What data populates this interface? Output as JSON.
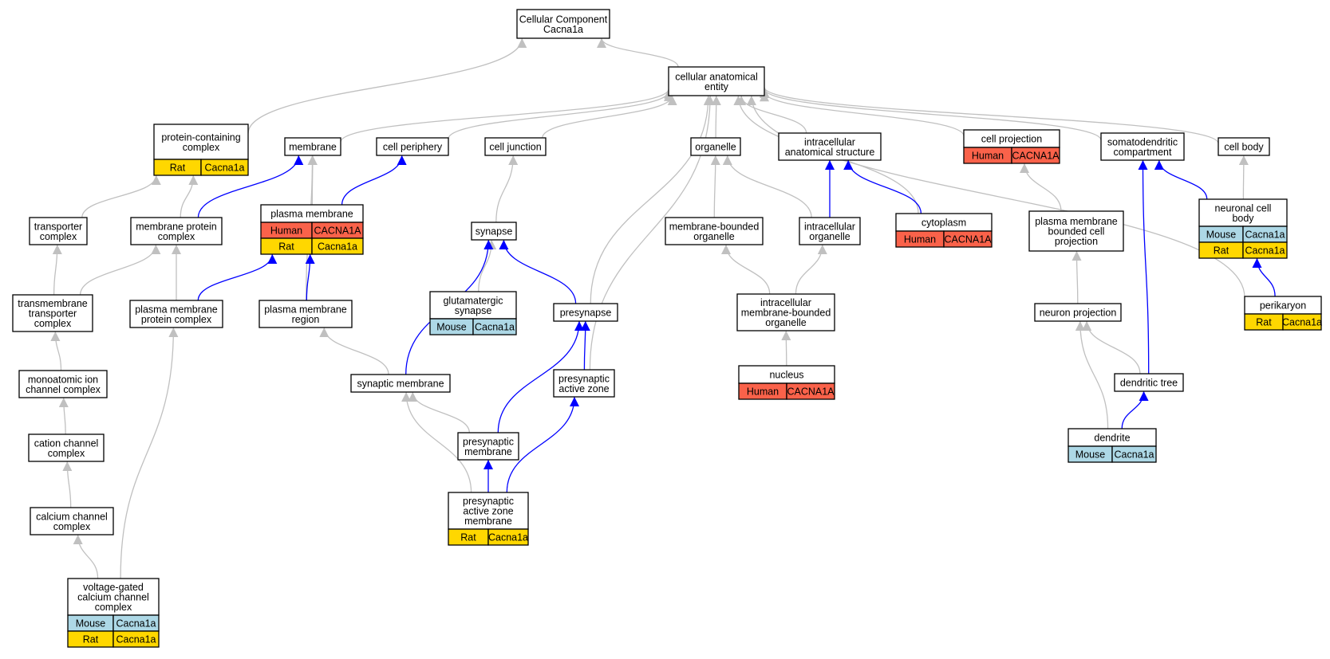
{
  "colors": {
    "gray_edge": "#c0c0c0",
    "blue_edge": "#0000ff",
    "Human": "#fa624a",
    "Mouse": "#add8e6",
    "Rat": "#ffd700"
  },
  "nodes": [
    {
      "id": "cc",
      "label": [
        "Cellular Component",
        "Cacna1a"
      ]
    },
    {
      "id": "cae",
      "label": [
        "cellular anatomical",
        "entity"
      ]
    },
    {
      "id": "pcc",
      "label": [
        "protein-containing",
        "complex"
      ],
      "annotations": [
        [
          "Rat",
          "Cacna1a"
        ]
      ]
    },
    {
      "id": "mem",
      "label": [
        "membrane"
      ]
    },
    {
      "id": "cper",
      "label": [
        "cell periphery"
      ]
    },
    {
      "id": "cj",
      "label": [
        "cell junction"
      ]
    },
    {
      "id": "org",
      "label": [
        "organelle"
      ]
    },
    {
      "id": "ias",
      "label": [
        "intracellular",
        "anatomical structure"
      ]
    },
    {
      "id": "cproj",
      "label": [
        "cell projection"
      ],
      "annotations": [
        [
          "Human",
          "CACNA1A"
        ]
      ]
    },
    {
      "id": "sdc",
      "label": [
        "somatodendritic",
        "compartment"
      ]
    },
    {
      "id": "cbody",
      "label": [
        "cell body"
      ]
    },
    {
      "id": "tc",
      "label": [
        "transporter",
        "complex"
      ]
    },
    {
      "id": "mpc",
      "label": [
        "membrane protein",
        "complex"
      ]
    },
    {
      "id": "pm",
      "label": [
        "plasma membrane"
      ],
      "annotations": [
        [
          "Human",
          "CACNA1A"
        ],
        [
          "Rat",
          "Cacna1a"
        ]
      ]
    },
    {
      "id": "syn",
      "label": [
        "synapse"
      ]
    },
    {
      "id": "mbo",
      "label": [
        "membrane-bounded",
        "organelle"
      ]
    },
    {
      "id": "io",
      "label": [
        "intracellular",
        "organelle"
      ]
    },
    {
      "id": "cyto",
      "label": [
        "cytoplasm"
      ],
      "annotations": [
        [
          "Human",
          "CACNA1A"
        ]
      ]
    },
    {
      "id": "pmbcp",
      "label": [
        "plasma membrane",
        "bounded cell",
        "projection"
      ]
    },
    {
      "id": "ncb",
      "label": [
        "neuronal cell",
        "body"
      ],
      "annotations": [
        [
          "Mouse",
          "Cacna1a"
        ],
        [
          "Rat",
          "Cacna1a"
        ]
      ]
    },
    {
      "id": "ttc",
      "label": [
        "transmembrane",
        "transporter",
        "complex"
      ]
    },
    {
      "id": "pmpc",
      "label": [
        "plasma membrane",
        "protein complex"
      ]
    },
    {
      "id": "pmr",
      "label": [
        "plasma membrane",
        "region"
      ]
    },
    {
      "id": "gsyn",
      "label": [
        "glutamatergic",
        "synapse"
      ],
      "annotations": [
        [
          "Mouse",
          "Cacna1a"
        ]
      ]
    },
    {
      "id": "presyn",
      "label": [
        "presynapse"
      ]
    },
    {
      "id": "imbo",
      "label": [
        "intracellular",
        "membrane-bounded",
        "organelle"
      ]
    },
    {
      "id": "nproj",
      "label": [
        "neuron projection"
      ]
    },
    {
      "id": "peri",
      "label": [
        "perikaryon"
      ],
      "annotations": [
        [
          "Rat",
          "Cacna1a"
        ]
      ]
    },
    {
      "id": "micc",
      "label": [
        "monoatomic ion",
        "channel complex"
      ]
    },
    {
      "id": "synm",
      "label": [
        "synaptic membrane"
      ]
    },
    {
      "id": "paz",
      "label": [
        "presynaptic",
        "active zone"
      ]
    },
    {
      "id": "nuc",
      "label": [
        "nucleus"
      ],
      "annotations": [
        [
          "Human",
          "CACNA1A"
        ]
      ]
    },
    {
      "id": "dtree",
      "label": [
        "dendritic tree"
      ]
    },
    {
      "id": "ccc",
      "label": [
        "cation channel",
        "complex"
      ]
    },
    {
      "id": "presm",
      "label": [
        "presynaptic",
        "membrane"
      ]
    },
    {
      "id": "dend",
      "label": [
        "dendrite"
      ],
      "annotations": [
        [
          "Mouse",
          "Cacna1a"
        ]
      ]
    },
    {
      "id": "cacc",
      "label": [
        "calcium channel",
        "complex"
      ]
    },
    {
      "id": "pazm",
      "label": [
        "presynaptic",
        "active zone",
        "membrane"
      ],
      "annotations": [
        [
          "Rat",
          "Cacna1a"
        ]
      ]
    },
    {
      "id": "vgcc",
      "label": [
        "voltage-gated",
        "calcium channel",
        "complex"
      ],
      "annotations": [
        [
          "Mouse",
          "Cacna1a"
        ],
        [
          "Rat",
          "Cacna1a"
        ]
      ]
    }
  ],
  "edges": [
    {
      "from": "cae",
      "to": "cc",
      "color": "gray"
    },
    {
      "from": "pcc",
      "to": "cc",
      "color": "gray"
    },
    {
      "from": "mem",
      "to": "cae",
      "color": "gray"
    },
    {
      "from": "cper",
      "to": "cae",
      "color": "gray"
    },
    {
      "from": "cj",
      "to": "cae",
      "color": "gray"
    },
    {
      "from": "org",
      "to": "cae",
      "color": "gray"
    },
    {
      "from": "ias",
      "to": "cae",
      "color": "gray"
    },
    {
      "from": "cproj",
      "to": "cae",
      "color": "gray"
    },
    {
      "from": "sdc",
      "to": "cae",
      "color": "gray"
    },
    {
      "from": "cbody",
      "to": "cae",
      "color": "gray"
    },
    {
      "from": "cyto",
      "to": "cae",
      "color": "gray"
    },
    {
      "from": "presyn",
      "to": "cae",
      "color": "gray"
    },
    {
      "from": "paz",
      "to": "cae",
      "color": "gray"
    },
    {
      "from": "peri",
      "to": "cae",
      "color": "gray"
    },
    {
      "from": "tc",
      "to": "pcc",
      "color": "gray"
    },
    {
      "from": "mpc",
      "to": "pcc",
      "color": "gray"
    },
    {
      "from": "mpc",
      "to": "mem",
      "color": "blue"
    },
    {
      "from": "pm",
      "to": "mem",
      "color": "gray"
    },
    {
      "from": "pm",
      "to": "cper",
      "color": "blue"
    },
    {
      "from": "pmr",
      "to": "mem",
      "color": "gray"
    },
    {
      "from": "syn",
      "to": "cj",
      "color": "gray"
    },
    {
      "from": "mbo",
      "to": "org",
      "color": "gray"
    },
    {
      "from": "io",
      "to": "org",
      "color": "gray"
    },
    {
      "from": "io",
      "to": "ias",
      "color": "blue"
    },
    {
      "from": "cyto",
      "to": "ias",
      "color": "blue"
    },
    {
      "from": "pmbcp",
      "to": "cproj",
      "color": "gray"
    },
    {
      "from": "ncb",
      "to": "sdc",
      "color": "blue"
    },
    {
      "from": "ncb",
      "to": "cbody",
      "color": "gray"
    },
    {
      "from": "dtree",
      "to": "sdc",
      "color": "blue"
    },
    {
      "from": "ttc",
      "to": "tc",
      "color": "gray"
    },
    {
      "from": "ttc",
      "to": "mpc",
      "color": "gray"
    },
    {
      "from": "pmpc",
      "to": "mpc",
      "color": "gray"
    },
    {
      "from": "pmpc",
      "to": "pm",
      "color": "blue"
    },
    {
      "from": "pmr",
      "to": "pm",
      "color": "blue"
    },
    {
      "from": "gsyn",
      "to": "syn",
      "color": "gray"
    },
    {
      "from": "presyn",
      "to": "syn",
      "color": "blue"
    },
    {
      "from": "synm",
      "to": "syn",
      "color": "blue"
    },
    {
      "from": "imbo",
      "to": "mbo",
      "color": "gray"
    },
    {
      "from": "imbo",
      "to": "io",
      "color": "gray"
    },
    {
      "from": "nproj",
      "to": "pmbcp",
      "color": "gray"
    },
    {
      "from": "peri",
      "to": "ncb",
      "color": "blue"
    },
    {
      "from": "micc",
      "to": "ttc",
      "color": "gray"
    },
    {
      "from": "synm",
      "to": "pmr",
      "color": "gray"
    },
    {
      "from": "paz",
      "to": "presyn",
      "color": "blue"
    },
    {
      "from": "presm",
      "to": "presyn",
      "color": "blue"
    },
    {
      "from": "nuc",
      "to": "imbo",
      "color": "gray"
    },
    {
      "from": "dtree",
      "to": "nproj",
      "color": "gray"
    },
    {
      "from": "dend",
      "to": "nproj",
      "color": "gray"
    },
    {
      "from": "dend",
      "to": "dtree",
      "color": "blue"
    },
    {
      "from": "ccc",
      "to": "micc",
      "color": "gray"
    },
    {
      "from": "presm",
      "to": "synm",
      "color": "gray"
    },
    {
      "from": "pazm",
      "to": "synm",
      "color": "gray"
    },
    {
      "from": "pazm",
      "to": "presm",
      "color": "blue"
    },
    {
      "from": "pazm",
      "to": "paz",
      "color": "blue"
    },
    {
      "from": "cacc",
      "to": "ccc",
      "color": "gray"
    },
    {
      "from": "vgcc",
      "to": "cacc",
      "color": "gray"
    },
    {
      "from": "vgcc",
      "to": "pmpc",
      "color": "gray"
    }
  ]
}
